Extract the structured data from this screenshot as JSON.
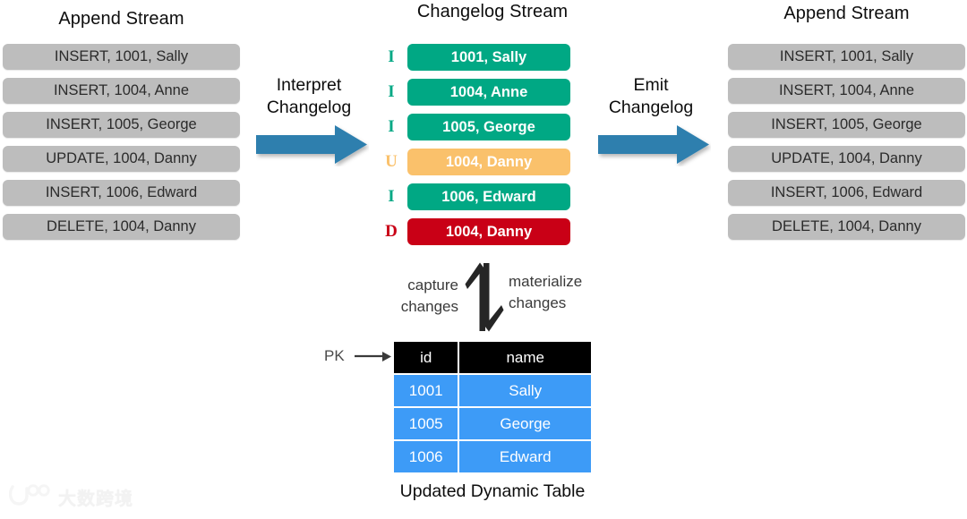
{
  "columns": {
    "left": {
      "title": "Append Stream",
      "rows": [
        "INSERT, 1001, Sally",
        "INSERT, 1004, Anne",
        "INSERT, 1005, George",
        "UPDATE, 1004, Danny",
        "INSERT, 1006, Edward",
        "DELETE, 1004, Danny"
      ]
    },
    "center": {
      "title": "Changelog Stream",
      "rows": [
        {
          "op": "I",
          "text": "1001, Sally",
          "color": "#00a884"
        },
        {
          "op": "I",
          "text": "1004, Anne",
          "color": "#00a884"
        },
        {
          "op": "I",
          "text": "1005, George",
          "color": "#00a884"
        },
        {
          "op": "U",
          "text": "1004, Danny",
          "color": "#fac16b"
        },
        {
          "op": "I",
          "text": "1006, Edward",
          "color": "#00a884"
        },
        {
          "op": "D",
          "text": "1004, Danny",
          "color": "#c90016"
        }
      ]
    },
    "right": {
      "title": "Append Stream",
      "rows": [
        "INSERT, 1001, Sally",
        "INSERT, 1004, Anne",
        "INSERT, 1005, George",
        "UPDATE, 1004, Danny",
        "INSERT, 1006, Edward",
        "DELETE, 1004, Danny"
      ]
    }
  },
  "arrows": {
    "interpret_label_line1": "Interpret",
    "interpret_label_line2": "Changelog",
    "emit_label_line1": "Emit",
    "emit_label_line2": "Changelog",
    "capture_label_line1": "capture",
    "capture_label_line2": "changes",
    "materialize_label_line1": "materialize",
    "materialize_label_line2": "changes",
    "blue_color": "#2d7fae",
    "updown_color": "#262626"
  },
  "table": {
    "pk_label": "PK",
    "headers": [
      "id",
      "name"
    ],
    "rows": [
      [
        "1001",
        "Sally"
      ],
      [
        "1005",
        "George"
      ],
      [
        "1006",
        "Edward"
      ]
    ],
    "caption": "Updated Dynamic Table",
    "header_bg": "#000000",
    "row_bg": "#3d9bf7"
  },
  "watermark": {
    "text": "大数跨境"
  }
}
